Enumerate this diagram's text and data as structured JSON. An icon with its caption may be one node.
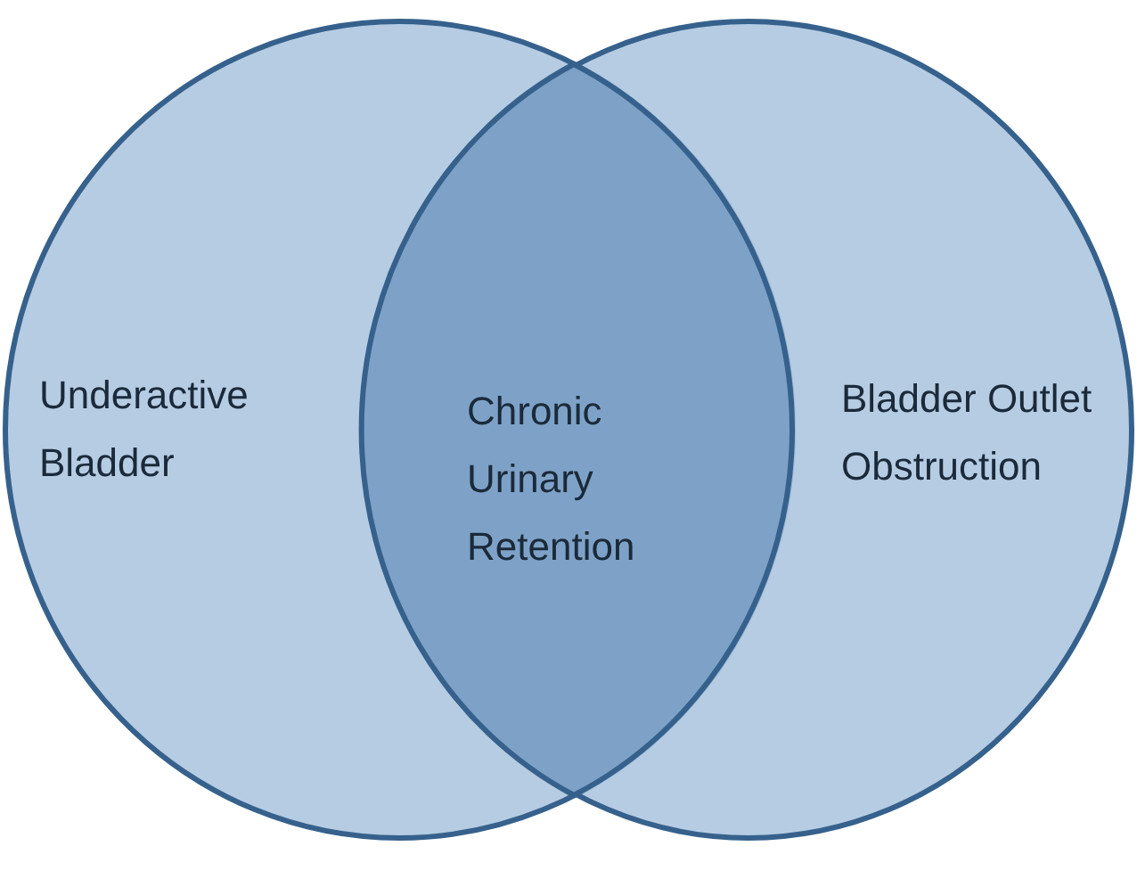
{
  "diagram": {
    "nodes": [
      {
        "text": [
          "Underactive Bladder"
        ]
      },
      {
        "text": [
          "Bladder Outlet Obstruction"
        ]
      },
      {
        "text": [
          "Chronic Urinary Retention"
        ]
      }
    ]
  }
}
